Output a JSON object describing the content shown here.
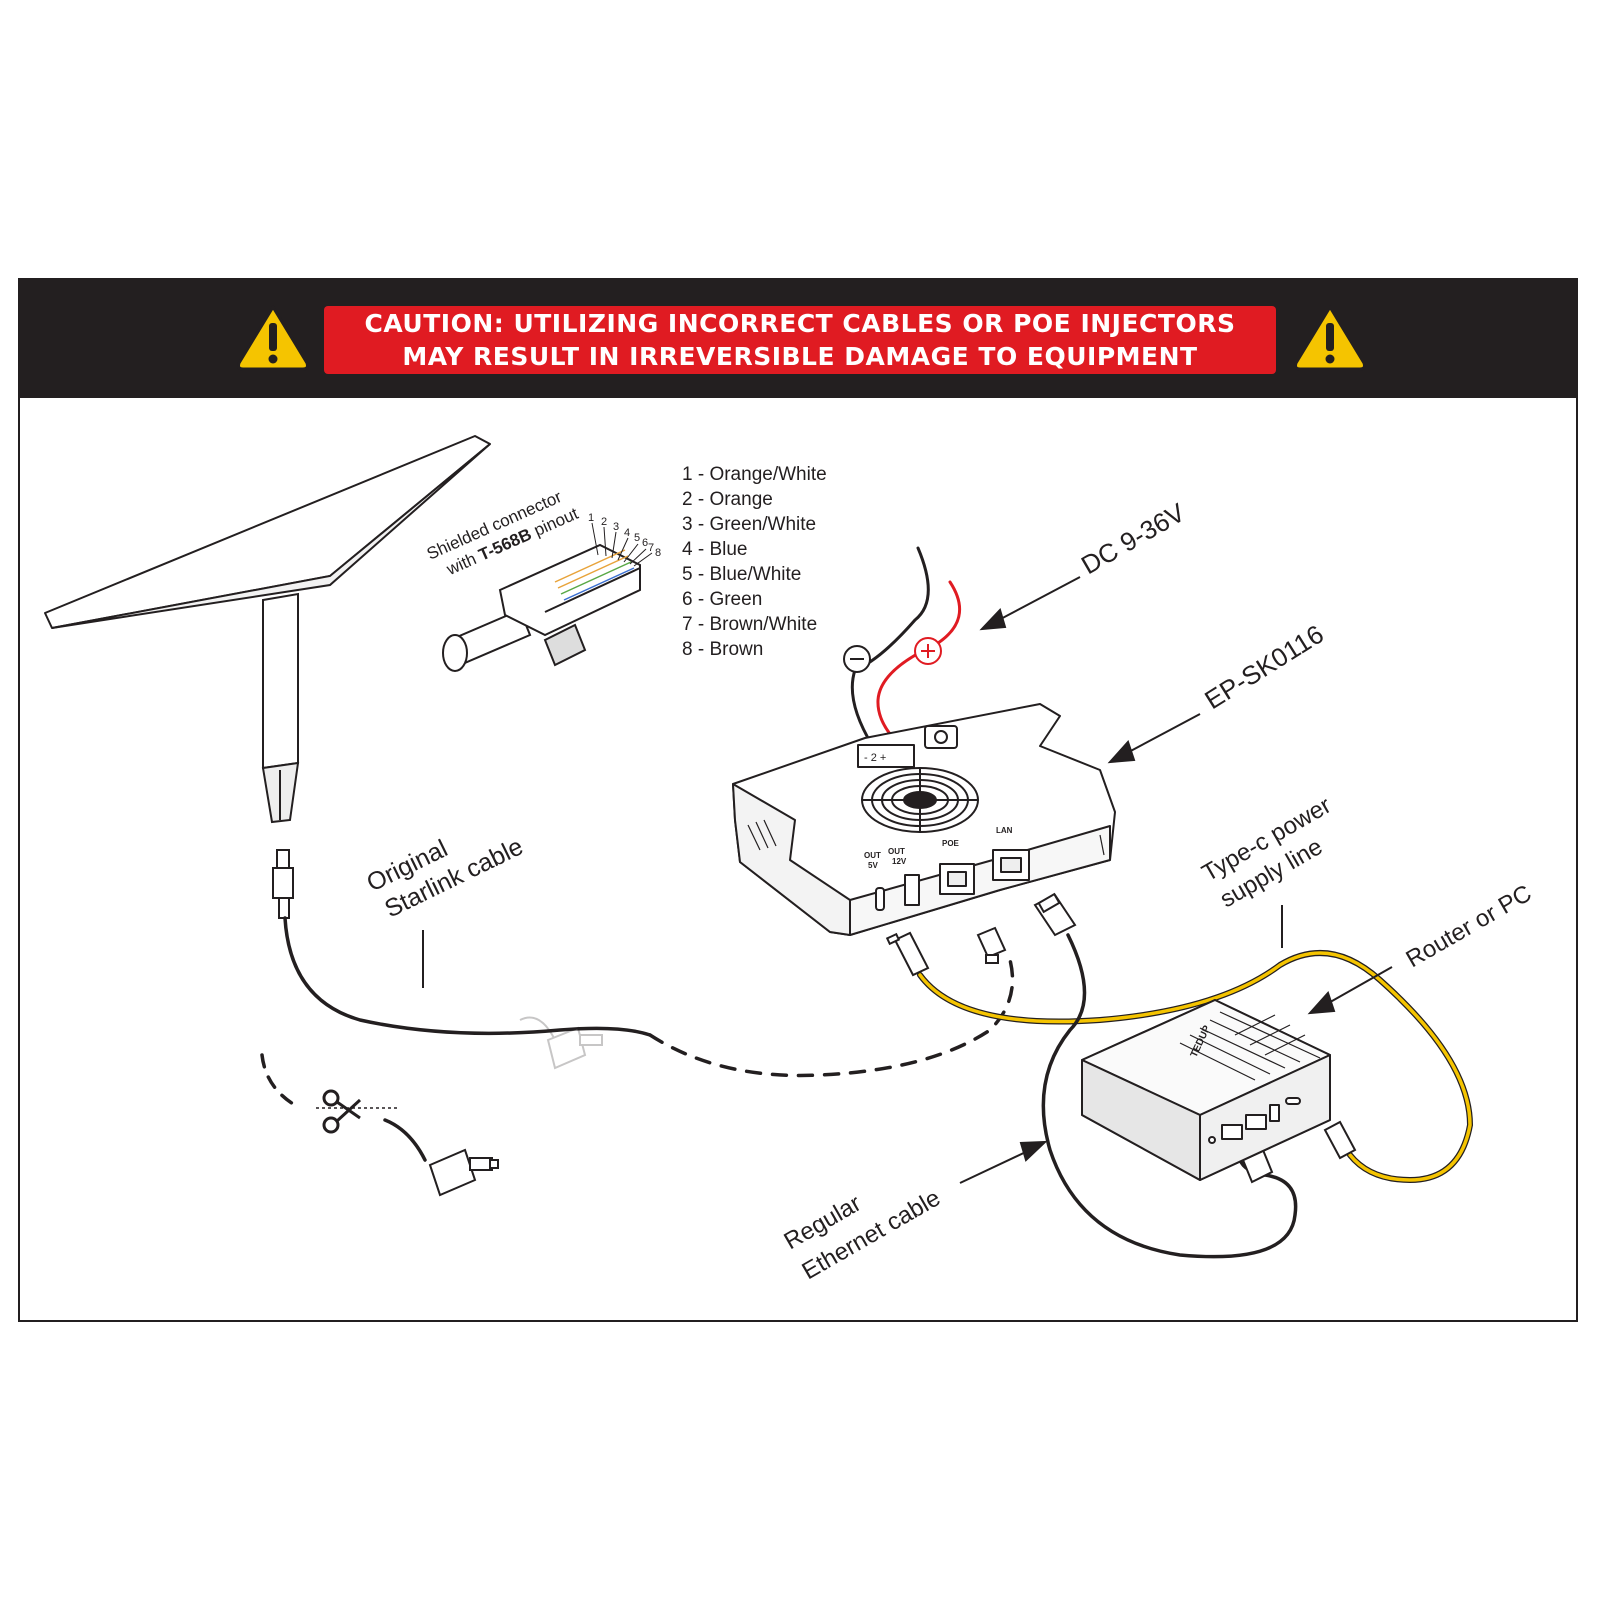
{
  "banner": {
    "line1": "CAUTION: UTILIZING INCORRECT CABLES OR POE INJECTORS",
    "line2": "MAY RESULT IN IRREVERSIBLE DAMAGE TO EQUIPMENT",
    "warning_icon": "warning-triangle-icon",
    "colors": {
      "background": "#231f20",
      "caution_box": "#e01b22",
      "warning_icon": "#f5c400",
      "text": "#ffffff"
    }
  },
  "connector": {
    "line1": "Shielded connector",
    "line2_prefix": "with ",
    "line2_bold": "T-568B",
    "line2_suffix": " pinout",
    "pin_numbers": [
      "1",
      "2",
      "3",
      "4",
      "5",
      "6",
      "7",
      "8"
    ]
  },
  "pinout": [
    "1 - Orange/White",
    "2 - Orange",
    "3 - Green/White",
    "4 - Blue",
    "5 - Blue/White",
    "6 - Green",
    "7 - Brown/White",
    "8 - Brown"
  ],
  "labels": {
    "dc": "DC 9-36V",
    "model": "EP-SK0116",
    "original_cable_1": "Original",
    "original_cable_2": "Starlink cable",
    "typec_1": "Type-c power",
    "typec_2": "supply line",
    "router": "Router or PC",
    "ethernet_1": "Regular",
    "ethernet_2": "Ethernet cable",
    "minus": "−",
    "plus": "+"
  },
  "device": {
    "port_out": "OUT",
    "port_out_v": "5V",
    "port_out2": "OUT",
    "port_out2_v": "12V",
    "port_poe": "POE",
    "port_lan": "LAN",
    "terminal": "- 2 +",
    "router_brand": "TEDUP"
  },
  "cable_colors": {
    "dc_positive": "#e01b22",
    "dc_negative": "#231f20",
    "typec": "#f5c400",
    "ethernet": "#231f20"
  }
}
